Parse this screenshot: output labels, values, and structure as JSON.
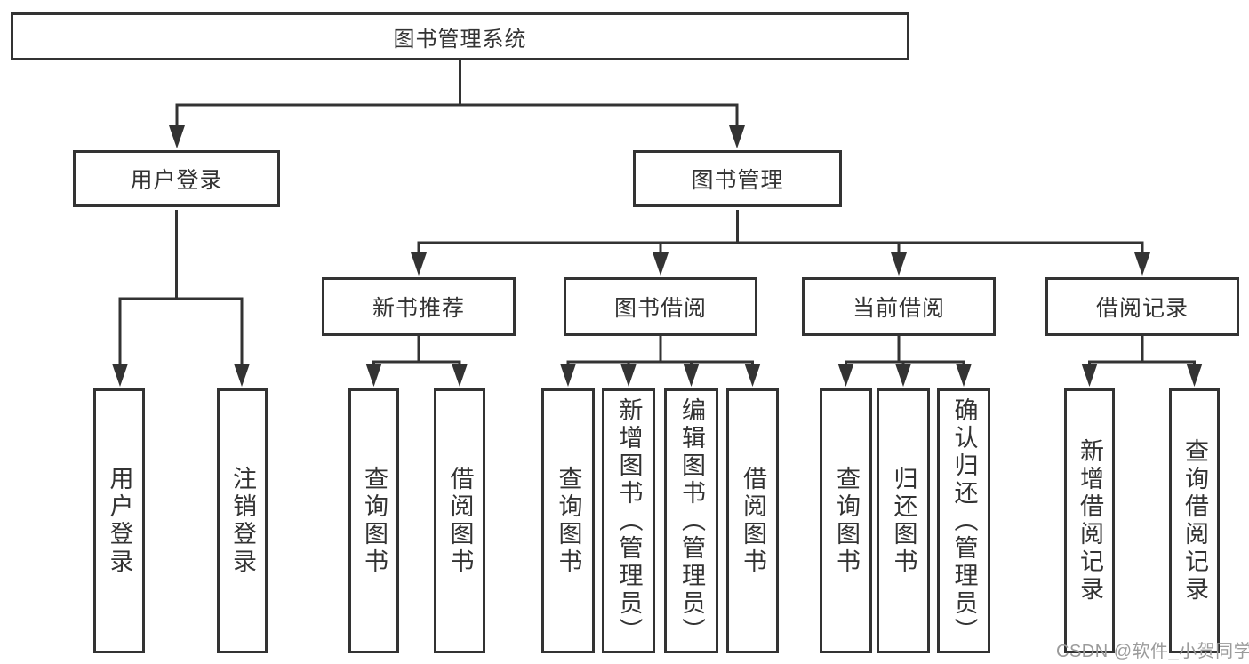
{
  "colors": {
    "line": "#333333",
    "text": "#333333",
    "watermark": "#9b9b9b"
  },
  "diagram": {
    "root": "图书管理系统",
    "level2": {
      "user_login": "用户登录",
      "book_management": "图书管理"
    },
    "level3": {
      "new_book_recommend": "新书推荐",
      "book_borrow": "图书借阅",
      "current_borrow": "当前借阅",
      "borrow_records": "借阅记录"
    },
    "leaves": {
      "user_login": [
        "用户登录",
        "注销登录"
      ],
      "new_book_recommend": [
        "查询图书",
        "借阅图书"
      ],
      "book_borrow": [
        "查询图书",
        "新增图书（管理员）",
        "编辑图书（管理员）",
        "借阅图书"
      ],
      "current_borrow": [
        "查询图书",
        "归还图书",
        "确认归还（管理员）"
      ],
      "borrow_records": [
        "新增借阅记录",
        "查询借阅记录"
      ]
    }
  },
  "watermark": "CSDN @软件_小贺同学"
}
